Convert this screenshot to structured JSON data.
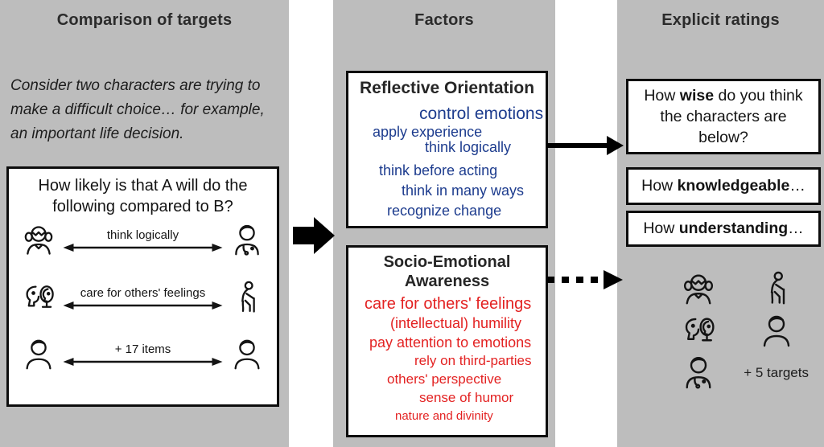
{
  "colors": {
    "panel_bg": "#bdbdbd",
    "box_bg": "#ffffff",
    "border": "#0d0d0d",
    "reflective_blue": "#1d3c8e",
    "socio_red": "#e32222",
    "text": "#262626"
  },
  "left_panel": {
    "title": "Comparison of targets",
    "intro": "Consider two characters are trying to make a difficult choice… for example, an important life decision.",
    "question_box": {
      "question": "How likely is that  A will do the following  compared to B?",
      "rows": [
        {
          "label": "think logically",
          "left_icon": "girl-icon",
          "right_icon": "doctor-icon"
        },
        {
          "label": "care for others' feelings",
          "left_icon": "two-faces-icon",
          "right_icon": "elderly-icon"
        },
        {
          "label": "+ 17 items",
          "left_icon": "person-icon",
          "right_icon": "person-icon"
        }
      ]
    }
  },
  "middle_panel": {
    "title": "Factors",
    "reflective_box": {
      "title": "Reflective Orientation",
      "items": [
        "control emotions",
        "apply experience",
        "think logically",
        "think before acting",
        "think in many ways",
        "recognize change"
      ]
    },
    "socio_box": {
      "title": "Socio-Emotional Awareness",
      "items": [
        "care for others' feelings",
        "(intellectual) humility",
        "pay attention to emotions",
        "rely on third-parties",
        "others' perspective",
        "sense of humor",
        "nature and divinity"
      ]
    }
  },
  "right_panel": {
    "title": "Explicit ratings",
    "rating_boxes": [
      {
        "prefix": "How ",
        "bold": "wise",
        "suffix": " do you think the characters are below?"
      },
      {
        "prefix": "How ",
        "bold": "knowledgeable",
        "suffix": "…"
      },
      {
        "prefix": "How ",
        "bold": "understanding",
        "suffix": "…"
      }
    ],
    "target_icons": [
      "girl-icon",
      "elderly-icon",
      "two-faces-icon",
      "person-icon",
      "doctor-icon"
    ],
    "targets_note": "+ 5 targets"
  },
  "arrows": [
    "fat-solid-arrow",
    "solid-arrow",
    "dashed-arrow"
  ]
}
